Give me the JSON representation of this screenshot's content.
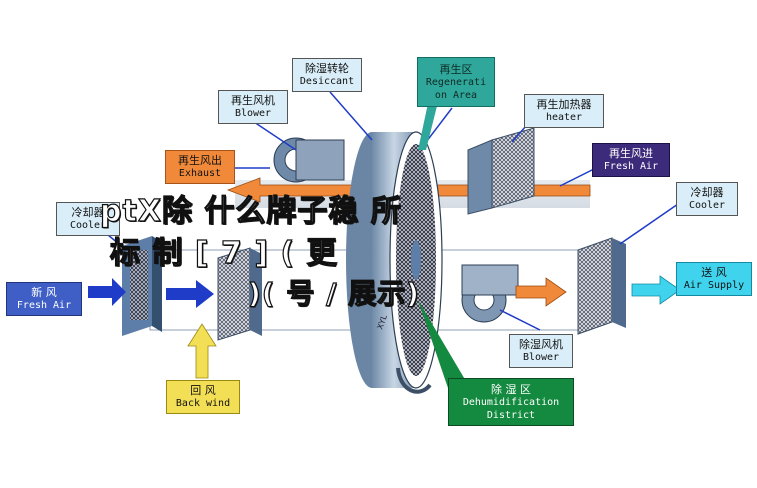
{
  "labels": {
    "desiccant": {
      "zh": "除湿转轮",
      "en": "Desiccant"
    },
    "regeneration_area": {
      "zh": "再生区",
      "en": "Regenerati on Area"
    },
    "regen_blower": {
      "zh": "再生风机",
      "en": "Blower"
    },
    "regen_heater": {
      "zh": "再生加热器",
      "en": "heater"
    },
    "regen_exhaust": {
      "zh": "再生风出",
      "en": "Exhaust"
    },
    "regen_fresh_air": {
      "zh": "再生风进",
      "en": "Fresh Air"
    },
    "cooler_left": {
      "zh": "冷却器",
      "en": "Cooler"
    },
    "cooler_right": {
      "zh": "冷却器",
      "en": "Cooler"
    },
    "fresh_air": {
      "zh": "新    风",
      "en": "Fresh Air"
    },
    "air_supply": {
      "zh": "送  风",
      "en": "Air Supply"
    },
    "back_wind": {
      "zh": "回    风",
      "en": "Back wind"
    },
    "dehum_blower": {
      "zh": "除湿风机",
      "en": "Blower"
    },
    "dehum_district": {
      "zh": "除    湿    区",
      "en": "Dehumidification District"
    }
  },
  "watermark": {
    "line1": "ptX除 什么牌子稳 所",
    "line2": "标 制 [ 7 ] ( 更",
    "line3": ")( 号 / 展示)"
  },
  "colors": {
    "fresh_air_arrow": "#1f3cc8",
    "supply_arrow": "#3fd3ee",
    "regen_arrow": "#f0893a",
    "back_wind_arrow": "#f3df55",
    "dehum_zone": "#138a3f",
    "wheel": "#9fb3c9"
  }
}
